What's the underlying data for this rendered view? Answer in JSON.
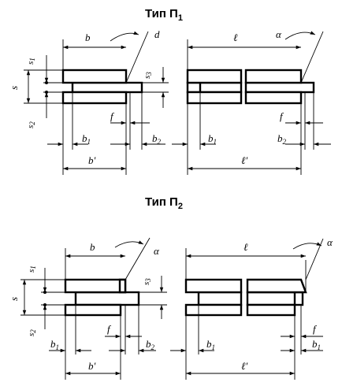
{
  "titles": {
    "type1": "Тип П",
    "type1_sub": "1",
    "type2": "Тип П",
    "type2_sub": "2"
  },
  "labels": {
    "b": "b",
    "b_prime": "b′",
    "b1": "b",
    "b1_sub": "1",
    "b2": "b",
    "b2_sub": "2",
    "l": "ℓ",
    "l_prime": "ℓ′",
    "s": "s",
    "s1": "s",
    "s1_sub": "1",
    "s2": "s",
    "s2_sub": "2",
    "s3": "s",
    "s3_sub": "3",
    "f": "f",
    "alpha": "α",
    "d": "d"
  }
}
